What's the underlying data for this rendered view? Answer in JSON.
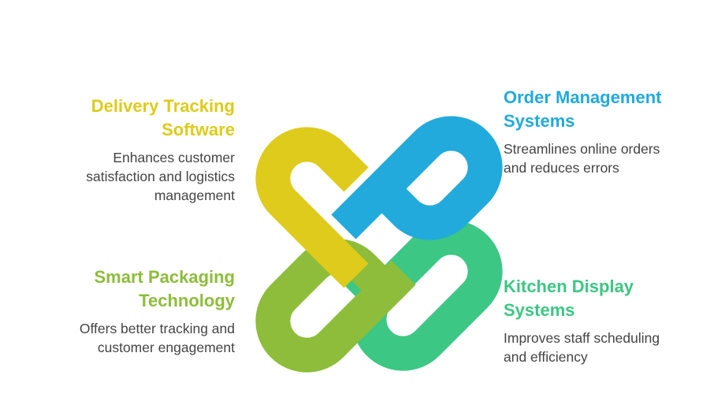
{
  "items": [
    {
      "id": "delivery",
      "title_line1": "Delivery Tracking",
      "title_line2": "Software",
      "desc_line1": "Enhances customer",
      "desc_line2": "satisfaction and logistics",
      "desc_line3": "management",
      "color": "#DECB1B"
    },
    {
      "id": "order",
      "title_line1": "Order Management",
      "title_line2": "Systems",
      "desc_line1": "Streamlines online orders",
      "desc_line2": "and reduces errors",
      "color": "#21AADB"
    },
    {
      "id": "packaging",
      "title_line1": "Smart Packaging",
      "title_line2": "Technology",
      "desc_line1": "Offers better tracking and",
      "desc_line2": "customer engagement",
      "color": "#8DBD3A"
    },
    {
      "id": "kitchen",
      "title_line1": "Kitchen Display",
      "title_line2": "Systems",
      "desc_line1": "Improves staff scheduling",
      "desc_line2": "and efficiency",
      "color": "#3CC784"
    }
  ]
}
